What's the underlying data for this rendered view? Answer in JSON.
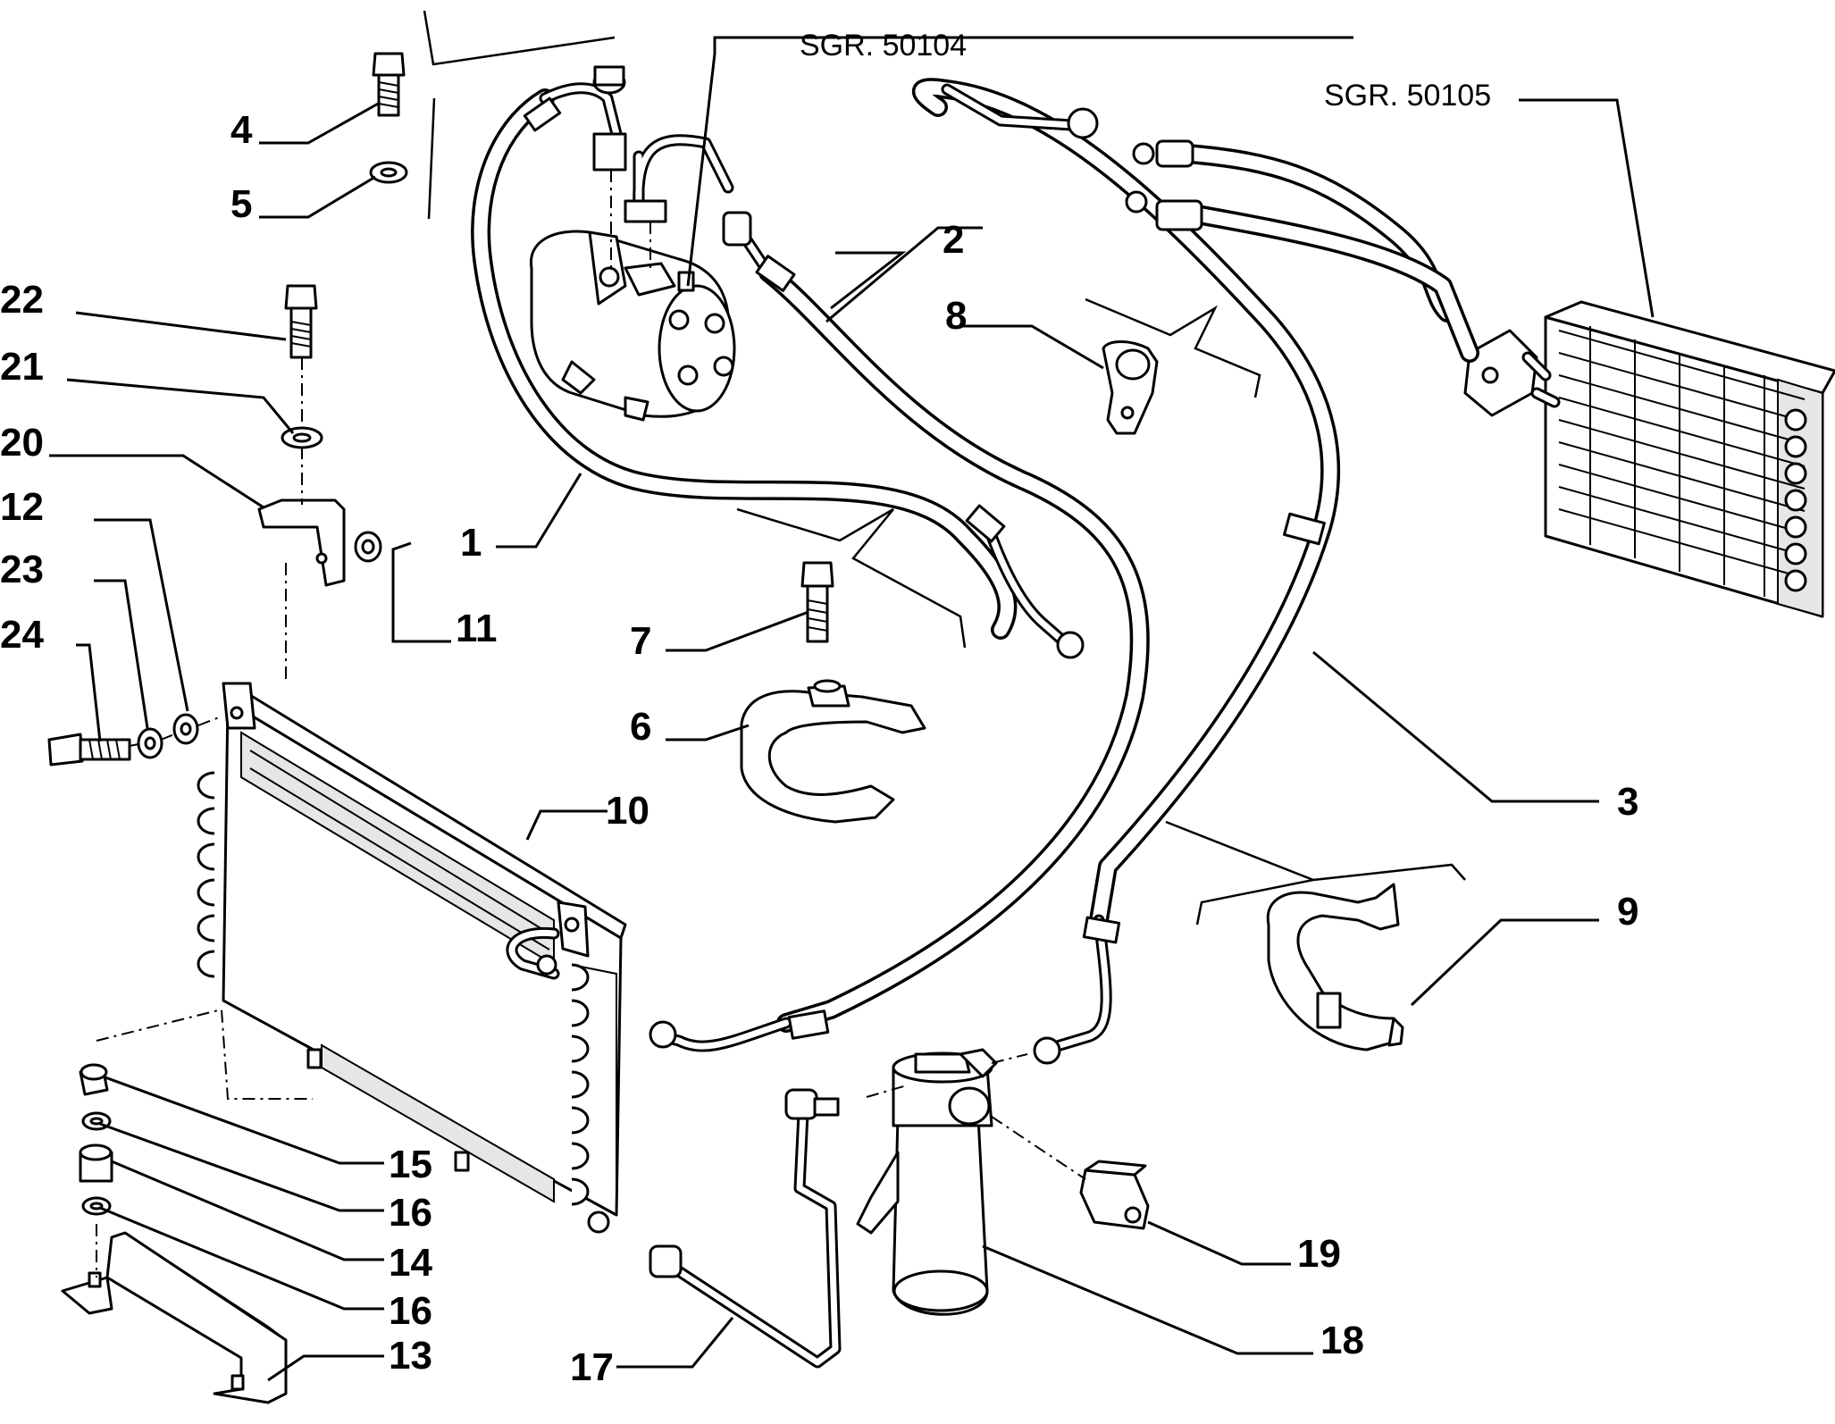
{
  "diagram": {
    "references": [
      {
        "id": "sgr-50104",
        "text": "SGR. 50104"
      },
      {
        "id": "sgr-50105",
        "text": "SGR. 50105"
      }
    ],
    "callouts": [
      {
        "id": "1",
        "label": "1"
      },
      {
        "id": "2",
        "label": "2"
      },
      {
        "id": "3",
        "label": "3"
      },
      {
        "id": "4",
        "label": "4"
      },
      {
        "id": "5",
        "label": "5"
      },
      {
        "id": "6",
        "label": "6"
      },
      {
        "id": "7",
        "label": "7"
      },
      {
        "id": "8",
        "label": "8"
      },
      {
        "id": "9",
        "label": "9"
      },
      {
        "id": "10",
        "label": "10"
      },
      {
        "id": "11",
        "label": "11"
      },
      {
        "id": "12",
        "label": "12"
      },
      {
        "id": "13",
        "label": "13"
      },
      {
        "id": "14",
        "label": "14"
      },
      {
        "id": "15",
        "label": "15"
      },
      {
        "id": "16a",
        "label": "16"
      },
      {
        "id": "16b",
        "label": "16"
      },
      {
        "id": "17",
        "label": "17"
      },
      {
        "id": "18",
        "label": "18"
      },
      {
        "id": "19",
        "label": "19"
      },
      {
        "id": "20",
        "label": "20"
      },
      {
        "id": "21",
        "label": "21"
      },
      {
        "id": "22",
        "label": "22"
      },
      {
        "id": "23",
        "label": "23"
      },
      {
        "id": "24",
        "label": "24"
      }
    ]
  }
}
